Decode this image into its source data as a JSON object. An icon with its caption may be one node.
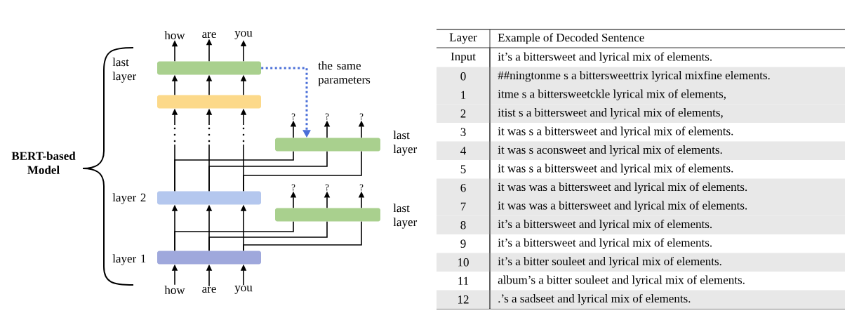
{
  "diagram": {
    "nodes": [
      {
        "text": [
          "how"
        ]
      },
      {
        "text": [
          "are"
        ]
      },
      {
        "text": [
          "you"
        ]
      },
      {
        "text": [],
        "shape": "box",
        "beside": [
          "last layer"
        ]
      },
      {
        "text": [],
        "shape": "box"
      },
      {
        "text": [],
        "shape": "box",
        "beside": [
          "last layer"
        ]
      },
      {
        "text": [],
        "shape": "box",
        "beside": [
          "layer 2"
        ]
      },
      {
        "text": [],
        "shape": "box",
        "beside": [
          "last layer"
        ]
      },
      {
        "text": [],
        "shape": "box",
        "beside": [
          "layer 1"
        ]
      },
      {
        "text": [
          "how"
        ]
      },
      {
        "text": [
          "are"
        ]
      },
      {
        "text": [
          "you"
        ]
      },
      {
        "text": [
          "?"
        ]
      },
      {
        "text": [
          "?"
        ]
      },
      {
        "text": [
          "?"
        ]
      },
      {
        "text": [
          "?"
        ]
      },
      {
        "text": [
          "?"
        ]
      },
      {
        "text": [
          "?"
        ]
      }
    ],
    "edges": [
      {
        "from": 9,
        "to": 8,
        "arrow": "to"
      },
      {
        "from": 10,
        "to": 8,
        "arrow": "to"
      },
      {
        "from": 11,
        "to": 8,
        "arrow": "to"
      },
      {
        "from": 8,
        "to": 6,
        "arrow": "to"
      },
      {
        "from": 8,
        "to": 6,
        "arrow": "to"
      },
      {
        "from": 8,
        "to": 6,
        "arrow": "to"
      },
      {
        "from": 8,
        "to": 7,
        "arrow": "none"
      },
      {
        "from": 8,
        "to": 7,
        "arrow": "none"
      },
      {
        "from": 8,
        "to": 7,
        "arrow": "none"
      },
      {
        "from": 7,
        "to": 15,
        "arrow": "to"
      },
      {
        "from": 7,
        "to": 16,
        "arrow": "to"
      },
      {
        "from": 7,
        "to": 17,
        "arrow": "to"
      },
      {
        "from": 6,
        "to": 4,
        "arrow": "to"
      },
      {
        "from": 6,
        "to": 4,
        "arrow": "to"
      },
      {
        "from": 6,
        "to": 4,
        "arrow": "to"
      },
      {
        "from": 6,
        "to": 5,
        "arrow": "none"
      },
      {
        "from": 6,
        "to": 5,
        "arrow": "none"
      },
      {
        "from": 6,
        "to": 5,
        "arrow": "none"
      },
      {
        "from": 5,
        "to": 12,
        "arrow": "to"
      },
      {
        "from": 5,
        "to": 13,
        "arrow": "to"
      },
      {
        "from": 5,
        "to": 14,
        "arrow": "to"
      },
      {
        "from": 4,
        "to": 3,
        "arrow": "to"
      },
      {
        "from": 4,
        "to": 3,
        "arrow": "to"
      },
      {
        "from": 4,
        "to": 3,
        "arrow": "to"
      },
      {
        "from": 3,
        "to": 0,
        "arrow": "to"
      },
      {
        "from": 3,
        "to": 1,
        "arrow": "to"
      },
      {
        "from": 3,
        "to": 2,
        "arrow": "to"
      },
      {
        "from": 3,
        "to": 5,
        "arrow": "to",
        "label": "the same parameters",
        "style": "dashed",
        "color": "#4a6fd8"
      }
    ],
    "labels": [
      "BERT-based Model",
      "Layer",
      "Example of Decoded Sentence",
      "Input",
      "it’s a bittersweet and lyrical mix of elements.",
      "0",
      "##ningtonme s a bittersweettrix lyrical mixfine elements.",
      "1",
      "itme s a bittersweetckle lyrical mix of elements,",
      "2",
      "itist s a bittersweet and lyrical mix of elements,",
      "3",
      "it was s a bittersweet and lyrical mix of elements.",
      "4",
      "it was s aconsweet and lyrical mix of elements.",
      "5",
      "it was s a bittersweet and lyrical mix of elements.",
      "6",
      "it was was a bittersweet and lyrical mix of elements.",
      "7",
      "it was was a bittersweet and lyrical mix of elements.",
      "8",
      "it’s a bittersweet and lyrical mix of elements.",
      "9",
      "it’s a bittersweet and lyrical mix of elements.",
      "10",
      "it’s a bitter souleet and lyrical mix of elements.",
      "11",
      "album’s a bitter souleet and lyrical mix of elements.",
      "12",
      ".’s a sadseet and lyrical mix of elements."
    ]
  }
}
